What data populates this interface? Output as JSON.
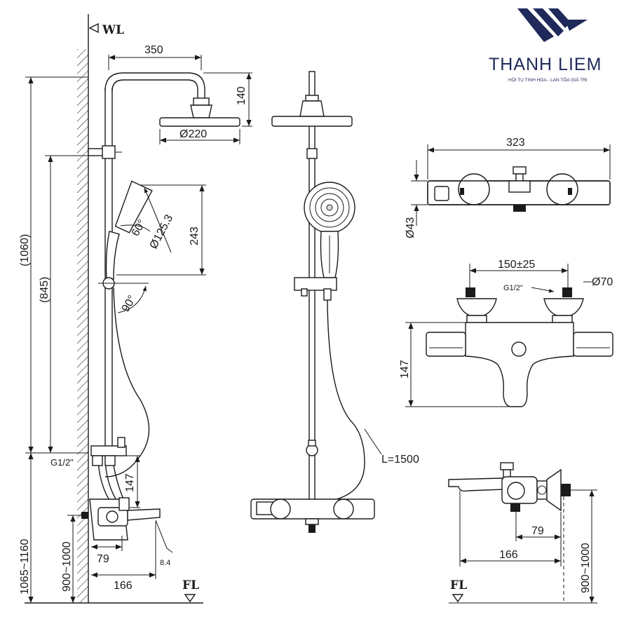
{
  "brand": {
    "name": "THANH LIEM",
    "tagline": "HỘI TỤ TINH HOA - LAN TỎA GIÁ TRỊ",
    "color": "#1f2a5a"
  },
  "levels": {
    "wall": "WL",
    "floor": "FL"
  },
  "side_view": {
    "arm_length": "350",
    "arm_drop": "140",
    "head_diameter": "Ø220",
    "total_height": "(1060)",
    "bar_height": "(845)",
    "hand_height": "243",
    "hand_diameter": "Ø125.3",
    "hand_angle": "60°",
    "holder_angle": "90°",
    "inlet_thread": "G1/2\"",
    "mixer_height": "147",
    "mount_range": "1065~1160",
    "spout_range": "900~1000",
    "spout_79": "79",
    "spout_166": "166",
    "spout_angle": "8.4"
  },
  "front_view": {
    "hose": "L=1500"
  },
  "mixer_top": {
    "width": "323",
    "diameter": "Ø43"
  },
  "mixer_front": {
    "centers": "150±25",
    "flange": "Ø70",
    "thread": "G1/2\"",
    "height": "147"
  },
  "spout_side": {
    "dim_79": "79",
    "dim_166": "166",
    "range": "900~1000"
  }
}
